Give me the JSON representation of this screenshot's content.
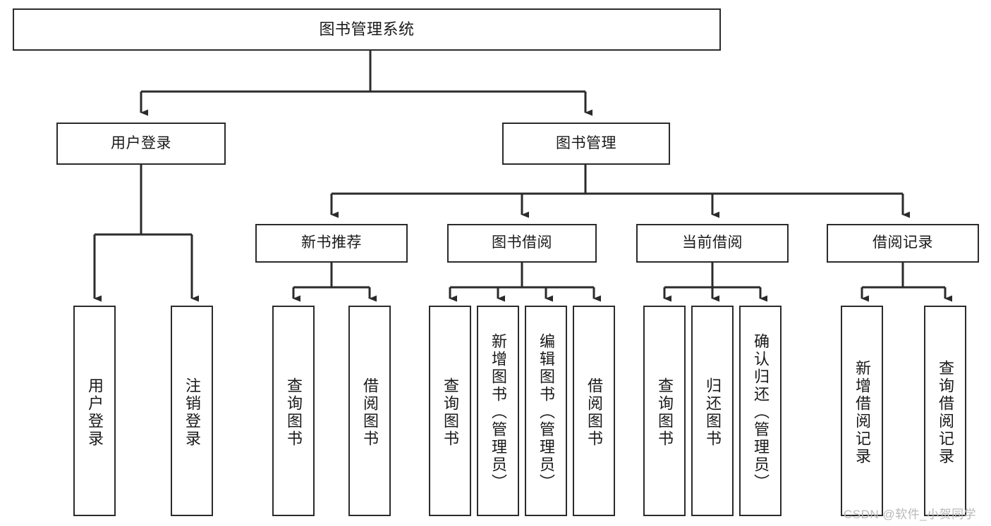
{
  "diagram": {
    "title_text": "图书管理系统",
    "type": "tree-hierarchy-chart",
    "colors": {
      "background": "#ffffff",
      "node_border": "#2b2b2b",
      "node_fill": "#ffffff",
      "connector": "#2b2b2b",
      "text": "#1a1a1a",
      "watermark": "#b9b9b9"
    },
    "root": {
      "label": "图书管理系统"
    },
    "level2": [
      {
        "label": "用户登录"
      },
      {
        "label": "图书管理"
      }
    ],
    "level3": [
      {
        "label": "新书推荐"
      },
      {
        "label": "图书借阅"
      },
      {
        "label": "当前借阅"
      },
      {
        "label": "借阅记录"
      }
    ],
    "leaves": {
      "user_login": [
        {
          "label": "用户登录"
        },
        {
          "label": "注销登录"
        }
      ],
      "new_book_recommend": [
        {
          "label": "查询图书"
        },
        {
          "label": "借阅图书"
        }
      ],
      "book_borrow": [
        {
          "label": "查询图书"
        },
        {
          "label": "新增图书（管理员）"
        },
        {
          "label": "编辑图书（管理员）"
        },
        {
          "label": "借阅图书"
        }
      ],
      "current_borrow": [
        {
          "label": "查询图书"
        },
        {
          "label": "归还图书"
        },
        {
          "label": "确认归还（管理员）"
        }
      ],
      "borrow_record": [
        {
          "label": "新增借阅记录"
        },
        {
          "label": "查询借阅记录"
        }
      ]
    },
    "watermark": "CSDN @软件_小贺同学"
  }
}
